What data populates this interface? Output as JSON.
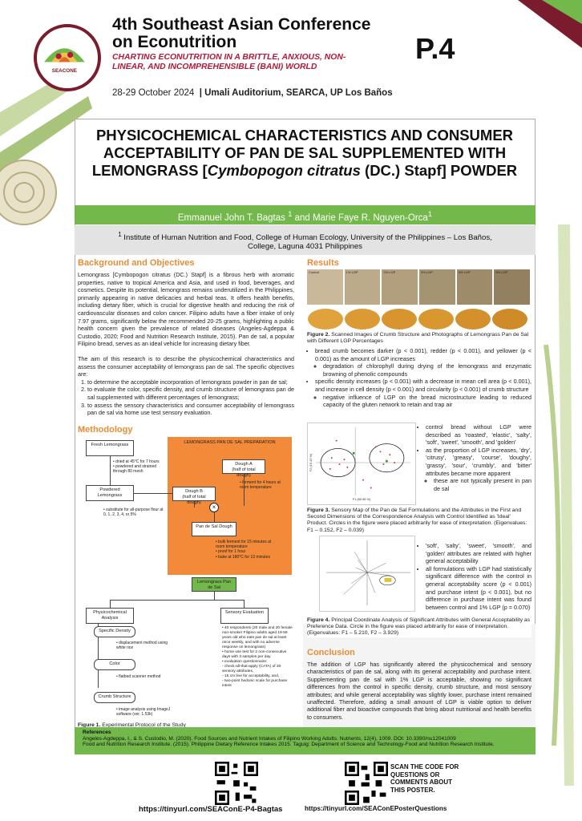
{
  "header": {
    "conf_title": "4th Southeast Asian Conference on Econutrition",
    "conf_subtitle": "CHARTING ECONUTRITION IN A BRITTLE, ANXIOUS, NON-LINEAR, AND INCOMPREHENSIBLE (BANI) WORLD",
    "date": "28-29 October 2024",
    "venue": "| Umali Auditorium, SEARCA, UP Los Baños",
    "poster_no": "P.4",
    "logo_text": "SEACONE"
  },
  "title": {
    "line1": "PHYSICOCHEMICAL CHARACTERISTICS AND CONSUMER ACCEPTABILITY OF PAN DE SAL SUPPLEMENTED WITH LEMONGRASS [",
    "italic": "Cymbopogon citratus",
    "line2": " (DC.) Stapf] POWDER"
  },
  "authors": {
    "a1": "Emmanuel John T. Bagtas",
    "sup1": "1",
    "and": " and ",
    "a2": "Marie Faye R. Nguyen-Orca",
    "sup2": "1"
  },
  "affiliation": {
    "sup": "1",
    "line1": " Institute of Human Nutrition and Food, College of Human Ecology, University of the Philippines – Los Baños,",
    "line2": "College, Laguna 4031 Philippines"
  },
  "background": {
    "heading": "Background and Objectives",
    "p1": "Lemongrass [Cymbopogon citratus (DC.) Stapf] is a fibrous herb with aromatic properties, native to tropical America and Asia, and used in food, beverages, and cosmetics. Despite its potential, lemongrass remains underutilized in the Philippines, primarily appearing in native delicacies and herbal teas. It offers health benefits, including dietary fiber, which is crucial for digestive health and reducing the risk of cardiovascular diseases and colon cancer. Filipino adults have a fiber intake of only 7.97 grams, significantly below the recommended 20-25 grams, highlighting a public health concern given the prevalence of related diseases (Angeles-Agdeppa & Custodio, 2020; Food and Nutrition Research Institute, 2015). Pan de sal, a popular Filipino bread, serves as an ideal vehicle for increasing dietary fiber.",
    "p2": "The aim of this research is to describe the physicochemical characteristics and assess the consumer acceptability of lemongrass pan de sal. The specific objectives are:",
    "objectives": [
      "to determine the acceptable incorporation of lemongrass powder in pan de sal;",
      "to evaluate the color, specific density, and crumb structure of lemongrass pan de sal supplemented with different percentages of lemongrass;",
      "to assess the sensory characteristics and consumer acceptability of lemongrass pan de sal via home use test sensory evaluation."
    ]
  },
  "methodology": {
    "heading": "Methodology",
    "fresh": "Fresh Lemongrass",
    "fresh_notes": "• dried at 45°C for 7 hours\n• powdered and strained through 80 mesh",
    "powdered": "Powdered Lemongrass",
    "powdered_notes": "• substitute for all-purpose flour at 0, 1, 2, 3, 4, or 5%",
    "prep_title": "LEMONGRASS PAN DE SAL PREPARATION",
    "dough_a": "Dough A\n(half of total dough)",
    "dough_a_note": "• ferment for 4 hours at room temperature",
    "dough_b": "Dough B\n(half of total dough)",
    "psd": "Pan de Sal Dough",
    "psd_notes": "• bulk ferment for 15 minutes at room temperature\n• proof for 1 hour\n• bake at 180°C for 13 minutes",
    "lpds": "Lemongrass Pan de Sal",
    "physico": "Physicochemical Analysis",
    "sensory": "Sensory Evaluation",
    "sd": "Specific Density",
    "sd_note": "• displacement method using white rice",
    "color": "Color",
    "color_note": "• flatbed scanner method",
    "crumb": "Crumb Structure",
    "crumb_note": "• image analysis using ImageJ software (ver. 1.53k)",
    "sensory_notes": "• 40 respondents (20 male and 20 female non-smoker Filipino adults aged 19-59 years old who eats pan de sal at least once weekly, and with no adverse response on lemongrass)\n• home use test for 2 non-consecutive days with 3 samples per day\n• evaluation questionnaire:\n  ◦ check-all-that-apply (CATA) of 30 sensory attributes,\n  ◦ 15 cm line for acceptability, and,\n  ◦ two-point hedonic scale for purchase intent",
    "fig_label": "Figure 1.",
    "fig_cap": " Experimental Protocol of the Study"
  },
  "results": {
    "heading": "Results",
    "crumb_labels": [
      "Control",
      "1% LGP",
      "2% LGP",
      "3% LGP",
      "4% LGP",
      "5% LGP"
    ],
    "fig2_label": "Figure 2.",
    "fig2_cap": " Scanned Images of Crumb Structure and Photographs of Lemongrass  Pan de Sal with Different LGP Percentages",
    "b1": "bread crumb becomes darker (p < 0.001), redder (p < 0.001), and yellower (p < 0.001) as the amount of LGP increases",
    "b1a": "degradation of chlorophyll during drying of the lemongrass and enzymatic browning of phenolic compounds",
    "b2": "specific density increases (p < 0.001) with a decrease in mean cell area (p < 0.001), and increase in cell density (p < 0.001) and circularity (p < 0.001) of crumb structure",
    "b2a": "negative influence of LGP on the bread microstructure leading to reduced capacity of the gluten network to retain and trap air",
    "b3": "control bread without LGP were described as 'roasted', 'elastic', 'salty', 'soft', 'sweet', 'smooth', and 'golden'",
    "b4": "as the proportion of LGP increases, 'dry', 'citrusy', 'greasy', 'course', 'doughy', 'grassy', 'sour', 'crumbly', and 'bitter' attributes became more apparent",
    "b4a": "these are not typically present in pan de sal",
    "fig3_label": "Figure 3.",
    "fig3_cap": " Sensory Map of the Pan de Sal Formulations and the Attributes in the First and Second Dimensions of the Correspondence Analysis with Control Identified as 'Ideal' Product. Circles in the figure were placed arbitrarily for ease of interpretation. (Eigenvalues: F1 – 0.152, F2 – 0.039)",
    "b5": "'soft', 'salty', 'sweet', 'smooth', and 'golden' attributes are related with higher general acceptability",
    "b6": "all formulations with LGP had statistically significant difference with the control in general acceptability score (p < 0.001) and purchase intent (p < 0.001), but no difference in purchase intent was found between control and 1% LGP (p = 0.070)",
    "fig4_label": "Figure 4.",
    "fig4_cap": " Principal Coordinate Analysis of Significant Attributes with General Acceptability as Preference Data. Circle in the figure was placed arbitrarily for ease of interpretation. (Eigenvalues: F1 – 5.210, F2 – 3.929)",
    "map1_xlabel": "F1 (80.55 %)",
    "map1_ylabel": "F2 (19.45 %)"
  },
  "conclusion": {
    "heading": "Conclusion",
    "p1": "The addition of LGP has significantly altered the physicochemical and sensory characteristics of pan de sal, along with its general acceptability and purchase intent. Supplementing pan de sal with 1% LGP is acceptable, showing no significant differences from the control in specific density, crumb structure, and most sensory attributes; and while general acceptability was slightly lower, purchase intent remained unaffected. Therefore, adding a small amount of LGP is viable option to deliver additional fiber and bioactive compounds that bring about nutritional and health benefits to consumers."
  },
  "references": {
    "heading": "References",
    "r1": "Angeles-Agdeppa, I., & S. Custodio, M. (2020). Food Sources and Nutrient Intakes of Filipino Working Adults. Nutrients, 12(4), 1009. DOI: 10.3390/nu12041009",
    "r2": "Food and Nutrition Research Institute. (2015). Philippine Dietary Reference Intakes 2015. Taguig: Department of Science and Technology-Food and Nutrition Research Institute."
  },
  "footer": {
    "url1": "https://tinyurl.com/SEAConE-P4-Bagtas",
    "url2": "https://tinyurl.com/SEAConEPosterQuestions",
    "scan": "SCAN THE CODE FOR QUESTIONS OR COMMENTS ABOUT THIS POSTER."
  },
  "colors": {
    "green": "#72b84a",
    "orange": "#f28a3a",
    "maroon": "#7a1c2e",
    "heading": "#e98c35"
  }
}
